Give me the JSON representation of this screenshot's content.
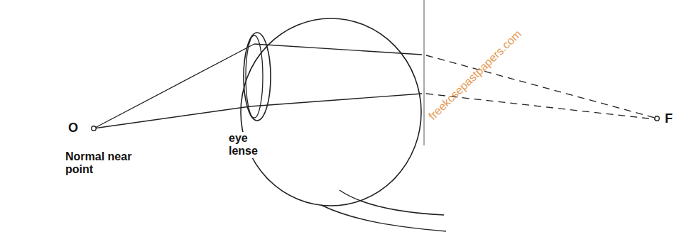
{
  "diagram": {
    "labels": [
      "O",
      "F",
      "Normal near point",
      "eye lense",
      "freekcsepastpapers.com"
    ]
  }
}
